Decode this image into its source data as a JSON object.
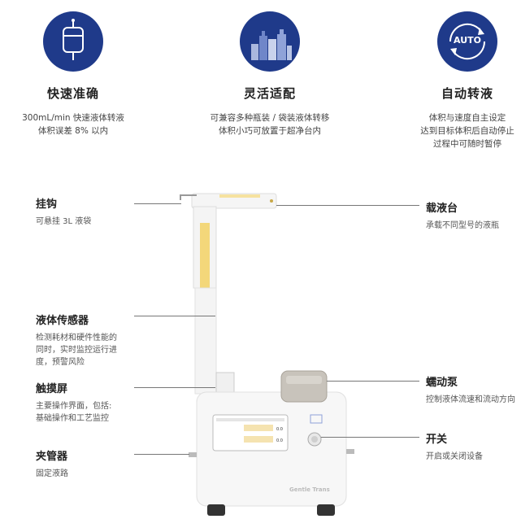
{
  "features": [
    {
      "title": "快速准确",
      "desc": [
        "300mL/min 快速液体转液",
        "体积误差 8% 以内"
      ],
      "icon": "iv-bag-icon"
    },
    {
      "title": "灵活适配",
      "desc": [
        "可兼容多种瓶装 / 袋装液体转移",
        "体积小巧可放置于超净台内"
      ],
      "icon": "bottles-icon"
    },
    {
      "title": "自动转液",
      "desc": [
        "体积与速度自主设定",
        "达到目标体积后自动停止",
        "过程中可随时暂停"
      ],
      "icon": "auto-icon",
      "icon_text": "AUTO"
    }
  ],
  "labels": {
    "hook": {
      "title": "挂钩",
      "desc": [
        "可悬挂 3L 液袋"
      ]
    },
    "sensor": {
      "title": "液体传感器",
      "desc": [
        "检测耗材和硬件性能的",
        "同时，实时监控运行进",
        "度，预警风险"
      ]
    },
    "touchscreen": {
      "title": "触摸屏",
      "desc": [
        "主要操作界面，包括:",
        "基础操作和工艺监控"
      ]
    },
    "clamp": {
      "title": "夹管器",
      "desc": [
        "固定液路"
      ]
    },
    "tray": {
      "title": "载液台",
      "desc": [
        "承载不同型号的液瓶"
      ]
    },
    "pump": {
      "title": "蠕动泵",
      "desc": [
        "控制液体流速和流动方向"
      ]
    },
    "switch": {
      "title": "开关",
      "desc": [
        "开启或关闭设备"
      ]
    }
  },
  "device": {
    "brand": "Gentle Trans",
    "value1": "0.0",
    "value2": "0.0"
  },
  "colors": {
    "brand_blue": "#1f3a8a",
    "tube_yellow": "#f3d77a"
  }
}
